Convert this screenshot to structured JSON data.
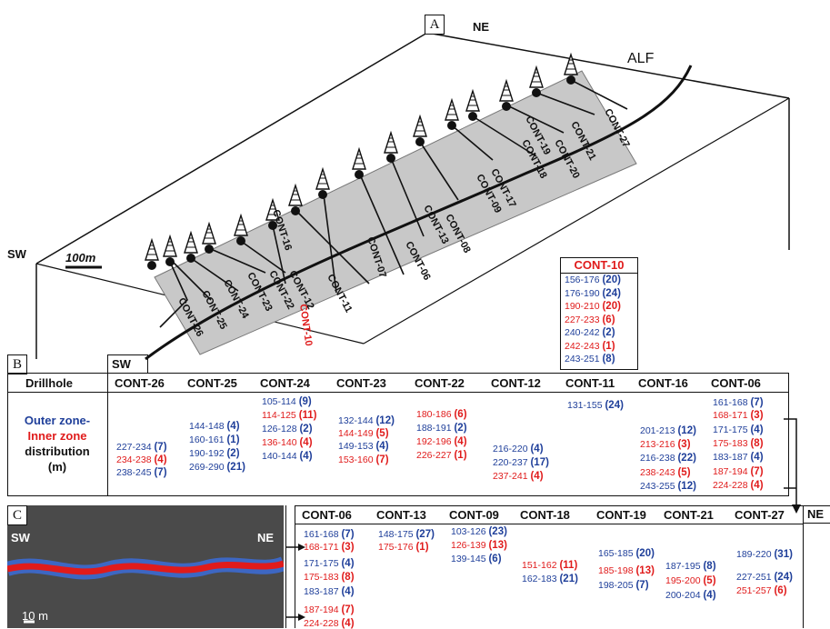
{
  "panel_labels": {
    "a": "A",
    "b": "B",
    "c": "C"
  },
  "panel_a": {
    "ne": "NE",
    "sw": "SW",
    "alf": "ALF",
    "scale": "100m",
    "drillholes": [
      "CONT-26",
      "CONT-25",
      "CONT-24",
      "CONT-23",
      "CONT-22",
      "CONT-12",
      "CONT-10",
      "CONT-11",
      "CONT-16",
      "CONT-07",
      "CONT-06",
      "CONT-13",
      "CONT-08",
      "CONT-09",
      "CONT-17",
      "CONT-18",
      "CONT-19",
      "CONT-20",
      "CONT-21",
      "CONT-27"
    ]
  },
  "cont10_box": {
    "title": "CONT-10",
    "rows": [
      {
        "range": "156-176",
        "count": "(20)",
        "zone": "outer"
      },
      {
        "range": "176-190",
        "count": "(24)",
        "zone": "outer"
      },
      {
        "range": "190-210",
        "count": "(20)",
        "zone": "inner"
      },
      {
        "range": "227-233",
        "count": "(6)",
        "zone": "inner"
      },
      {
        "range": "240-242",
        "count": "(2)",
        "zone": "outer"
      },
      {
        "range": "242-243",
        "count": "(1)",
        "zone": "inner"
      },
      {
        "range": "243-251",
        "count": "(8)",
        "zone": "outer"
      }
    ]
  },
  "panel_b": {
    "sw": "SW",
    "drillhole_header": "Drillhole",
    "label_outer": "Outer zone-",
    "label_inner": "Inner zone",
    "label_dist": "distribution",
    "label_unit": "(m)",
    "columns": [
      {
        "name": "CONT-26",
        "rows": [
          {
            "range": "227-234",
            "count": "(7)",
            "zone": "outer"
          },
          {
            "range": "234-238",
            "count": "(4)",
            "zone": "inner"
          },
          {
            "range": "238-245",
            "count": "(7)",
            "zone": "outer"
          }
        ]
      },
      {
        "name": "CONT-25",
        "rows": [
          {
            "range": "144-148",
            "count": "(4)",
            "zone": "outer"
          },
          {
            "range": "160-161",
            "count": "(1)",
            "zone": "outer"
          },
          {
            "range": "190-192",
            "count": "(2)",
            "zone": "outer"
          },
          {
            "range": "269-290",
            "count": "(21)",
            "zone": "outer"
          }
        ]
      },
      {
        "name": "CONT-24",
        "rows": [
          {
            "range": "105-114",
            "count": "(9)",
            "zone": "outer"
          },
          {
            "range": "114-125",
            "count": "(11)",
            "zone": "inner"
          },
          {
            "range": "126-128",
            "count": "(2)",
            "zone": "outer"
          },
          {
            "range": "136-140",
            "count": "(4)",
            "zone": "inner"
          },
          {
            "range": "140-144",
            "count": "(4)",
            "zone": "outer"
          }
        ]
      },
      {
        "name": "CONT-23",
        "rows": [
          {
            "range": "132-144",
            "count": "(12)",
            "zone": "outer"
          },
          {
            "range": "144-149",
            "count": "(5)",
            "zone": "inner"
          },
          {
            "range": "149-153",
            "count": "(4)",
            "zone": "outer"
          },
          {
            "range": "153-160",
            "count": "(7)",
            "zone": "inner"
          }
        ]
      },
      {
        "name": "CONT-22",
        "rows": [
          {
            "range": "180-186",
            "count": "(6)",
            "zone": "inner"
          },
          {
            "range": "188-191",
            "count": "(2)",
            "zone": "outer"
          },
          {
            "range": "192-196",
            "count": "(4)",
            "zone": "inner"
          },
          {
            "range": "226-227",
            "count": "(1)",
            "zone": "inner"
          }
        ]
      },
      {
        "name": "CONT-12",
        "rows": [
          {
            "range": "216-220",
            "count": "(4)",
            "zone": "outer"
          },
          {
            "range": "220-237",
            "count": "(17)",
            "zone": "outer"
          },
          {
            "range": "237-241",
            "count": "(4)",
            "zone": "inner"
          }
        ]
      },
      {
        "name": "CONT-11",
        "rows": [
          {
            "range": "131-155",
            "count": "(24)",
            "zone": "outer"
          }
        ]
      },
      {
        "name": "CONT-16",
        "rows": [
          {
            "range": "201-213",
            "count": "(12)",
            "zone": "outer"
          },
          {
            "range": "213-216",
            "count": "(3)",
            "zone": "inner"
          },
          {
            "range": "216-238",
            "count": "(22)",
            "zone": "outer"
          },
          {
            "range": "238-243",
            "count": "(5)",
            "zone": "inner"
          },
          {
            "range": "243-255",
            "count": "(12)",
            "zone": "outer"
          }
        ]
      },
      {
        "name": "CONT-06",
        "rows": [
          {
            "range": "161-168",
            "count": "(7)",
            "zone": "outer"
          },
          {
            "range": "168-171",
            "count": "(3)",
            "zone": "inner"
          },
          {
            "range": "171-175",
            "count": "(4)",
            "zone": "outer"
          },
          {
            "range": "175-183",
            "count": "(8)",
            "zone": "inner"
          },
          {
            "range": "183-187",
            "count": "(4)",
            "zone": "outer"
          },
          {
            "range": "187-194",
            "count": "(7)",
            "zone": "inner"
          },
          {
            "range": "224-228",
            "count": "(4)",
            "zone": "inner"
          }
        ]
      }
    ]
  },
  "panel_c": {
    "sw": "SW",
    "ne": "NE",
    "scale": "10 m",
    "ne_edge": "NE",
    "columns": [
      {
        "name": "CONT-06",
        "rows": [
          {
            "range": "161-168",
            "count": "(7)",
            "zone": "outer"
          },
          {
            "range": "168-171",
            "count": "(3)",
            "zone": "inner"
          },
          {
            "range": "171-175",
            "count": "(4)",
            "zone": "outer"
          },
          {
            "range": "175-183",
            "count": "(8)",
            "zone": "inner"
          },
          {
            "range": "183-187",
            "count": "(4)",
            "zone": "outer"
          },
          {
            "range": "187-194",
            "count": "(7)",
            "zone": "inner"
          },
          {
            "range": "224-228",
            "count": "(4)",
            "zone": "inner"
          }
        ]
      },
      {
        "name": "CONT-13",
        "rows": [
          {
            "range": "148-175",
            "count": "(27)",
            "zone": "outer"
          },
          {
            "range": "175-176",
            "count": "(1)",
            "zone": "inner"
          }
        ]
      },
      {
        "name": "CONT-09",
        "rows": [
          {
            "range": "103-126",
            "count": "(23)",
            "zone": "outer"
          },
          {
            "range": "126-139",
            "count": "(13)",
            "zone": "inner"
          },
          {
            "range": "139-145",
            "count": "(6)",
            "zone": "outer"
          }
        ]
      },
      {
        "name": "CONT-18",
        "rows": [
          {
            "range": "151-162",
            "count": "(11)",
            "zone": "inner"
          },
          {
            "range": "162-183",
            "count": "(21)",
            "zone": "outer"
          }
        ]
      },
      {
        "name": "CONT-19",
        "rows": [
          {
            "range": "165-185",
            "count": "(20)",
            "zone": "outer"
          },
          {
            "range": "185-198",
            "count": "(13)",
            "zone": "inner"
          },
          {
            "range": "198-205",
            "count": "(7)",
            "zone": "outer"
          }
        ]
      },
      {
        "name": "CONT-21",
        "rows": [
          {
            "range": "187-195",
            "count": "(8)",
            "zone": "outer"
          },
          {
            "range": "195-200",
            "count": "(5)",
            "zone": "inner"
          },
          {
            "range": "200-204",
            "count": "(4)",
            "zone": "outer"
          }
        ]
      },
      {
        "name": "CONT-27",
        "rows": [
          {
            "range": "189-220",
            "count": "(31)",
            "zone": "outer"
          },
          {
            "range": "227-251",
            "count": "(24)",
            "zone": "outer"
          },
          {
            "range": "251-257",
            "count": "(6)",
            "zone": "inner"
          }
        ]
      }
    ]
  },
  "colors": {
    "outer": "#1f3f9a",
    "inner": "#e01b1b",
    "body": "#c8c8c8",
    "c_bg": "#4a4a4a"
  }
}
